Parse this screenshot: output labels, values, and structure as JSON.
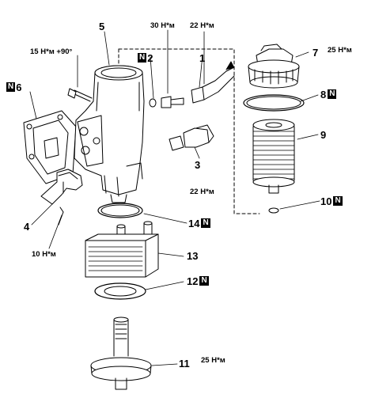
{
  "diagram": {
    "badge_letter": "N",
    "parts": [
      {
        "id": "1",
        "label": "1"
      },
      {
        "id": "2",
        "label": "2"
      },
      {
        "id": "3",
        "label": "3"
      },
      {
        "id": "4",
        "label": "4"
      },
      {
        "id": "5",
        "label": "5"
      },
      {
        "id": "6",
        "label": "6"
      },
      {
        "id": "7",
        "label": "7"
      },
      {
        "id": "8",
        "label": "8"
      },
      {
        "id": "9",
        "label": "9"
      },
      {
        "id": "10",
        "label": "10"
      },
      {
        "id": "11",
        "label": "11"
      },
      {
        "id": "12",
        "label": "12"
      },
      {
        "id": "13",
        "label": "13"
      },
      {
        "id": "14",
        "label": "14"
      }
    ],
    "torques": {
      "t_15_90": "15 Н*м +90°",
      "t_30": "30 Н*м",
      "t_22_top": "22 Н*м",
      "t_25_right": "25 Н*м",
      "t_22_mid": "22 Н*м",
      "t_10_left": "10 Н*м",
      "t_25_bottom": "25 Н*м"
    },
    "colors": {
      "line": "#000000",
      "badge_bg": "#000000",
      "badge_fg": "#ffffff",
      "background": "#ffffff"
    }
  }
}
